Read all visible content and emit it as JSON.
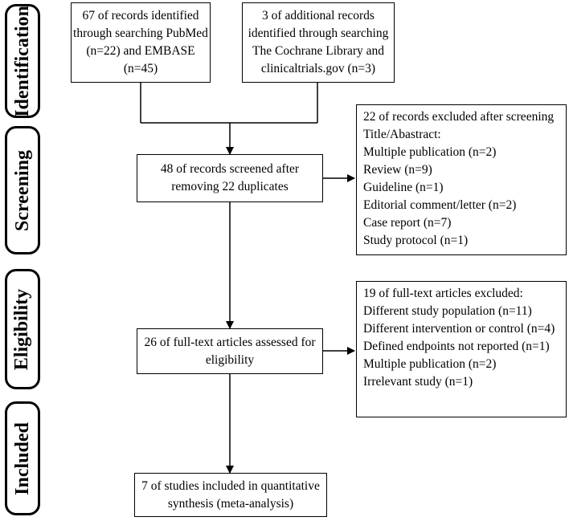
{
  "stages": [
    {
      "id": "identification",
      "label": "Identification"
    },
    {
      "id": "screening",
      "label": "Screening"
    },
    {
      "id": "eligibility",
      "label": "Eligibility"
    },
    {
      "id": "included",
      "label": "Included"
    }
  ],
  "boxes": {
    "identified_pubmed_embase": [
      "67 of records identified",
      "through searching PubMed",
      "(n=22) and EMBASE",
      "(n=45)"
    ],
    "identified_additional": [
      "3 of additional records",
      "identified through searching",
      "The Cochrane Library and",
      "clinicaltrials.gov (n=3)"
    ],
    "screened": [
      "48 of records screened after",
      "removing 22 duplicates"
    ],
    "excluded_screening": [
      "22 of records excluded after screening",
      "Title/Abastract:",
      "Multiple publication (n=2)",
      "Review (n=9)",
      "Guideline (n=1)",
      "Editorial comment/letter (n=2)",
      "Case report (n=7)",
      "Study protocol (n=1)"
    ],
    "fulltext_assessed": [
      "26 of full-text articles assessed for",
      "eligibility"
    ],
    "excluded_fulltext": [
      "19 of full-text articles excluded:",
      "Different study population (n=11)",
      "Different intervention or control (n=4)",
      "Defined endpoints not reported (n=1)",
      "Multiple publication (n=2)",
      "Irrelevant study (n=1)"
    ],
    "included_studies": [
      "7 of studies included in quantitative",
      "synthesis (meta-analysis)"
    ]
  }
}
